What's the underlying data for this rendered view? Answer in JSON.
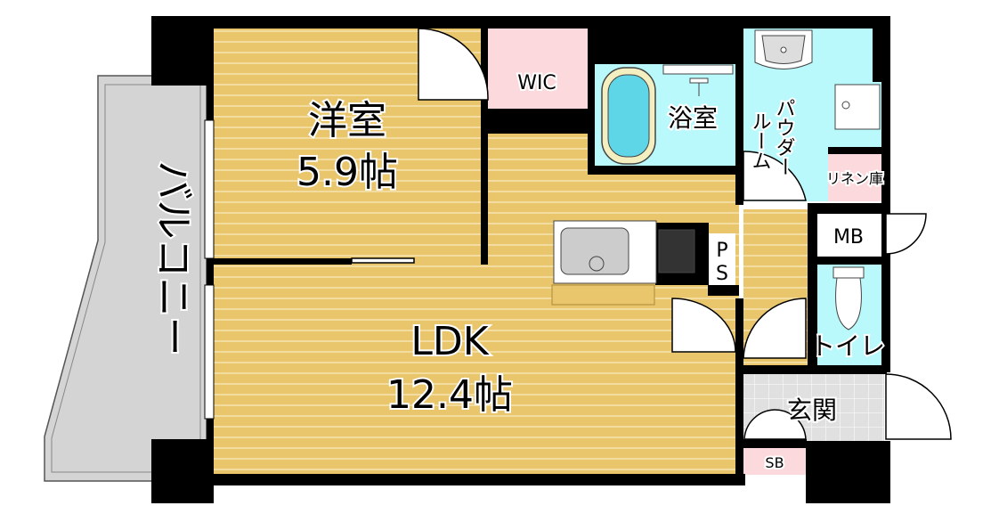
{
  "rooms": {
    "western": {
      "name": "洋室",
      "size": "5.9帖"
    },
    "ldk": {
      "name": "LDK",
      "size": "12.4帖"
    },
    "wic": "WIC",
    "bath": "浴室",
    "powder_line1": "パウダー",
    "powder_line2": "ルーム",
    "linen": "リネン庫",
    "mb": "MB",
    "ps_p": "P",
    "ps_s": "S",
    "toilet": "トイレ",
    "entrance": "玄関",
    "sb": "SB",
    "balcony": "バルコニー"
  },
  "colors": {
    "wood": "#e9c56c",
    "wet": "#b9f8fb",
    "storage": "#fbd9dc",
    "tile": "#e0e0e0",
    "balcony": "#d4d4d4",
    "wall": "#000000"
  }
}
